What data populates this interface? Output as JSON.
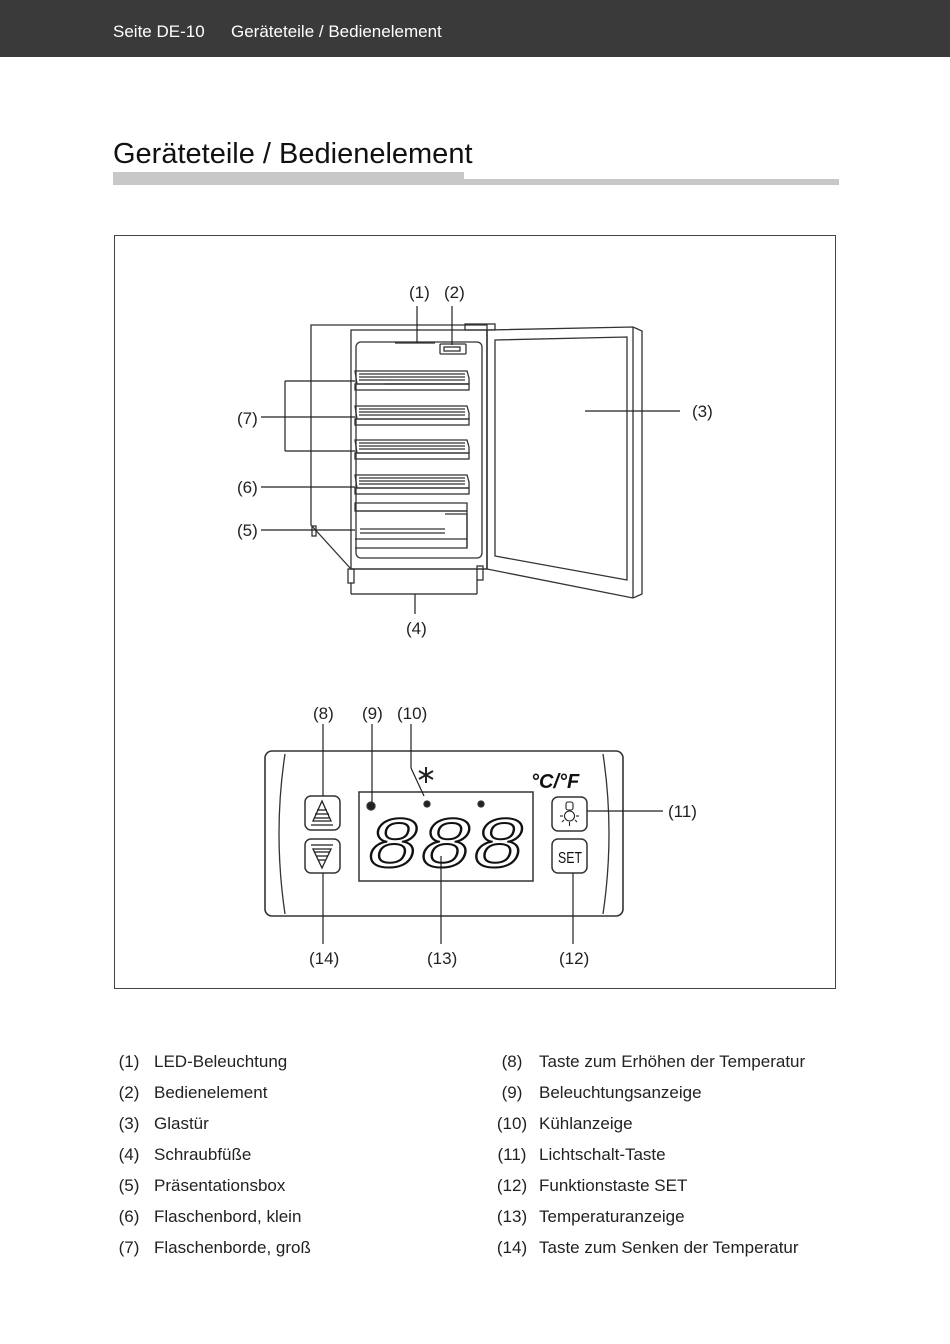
{
  "header": {
    "page": "Seite DE-10",
    "section": "Geräteteile / Bedienelement"
  },
  "title": "Geräteteile / Bedienelement",
  "figure": {
    "callouts": {
      "c1": "(1)",
      "c2": "(2)",
      "c3": "(3)",
      "c4": "(4)",
      "c5": "(5)",
      "c6": "(6)",
      "c7": "(7)",
      "c8": "(8)",
      "c9": "(9)",
      "c10": "(10)",
      "c11": "(11)",
      "c12": "(12)",
      "c13": "(13)",
      "c14": "(14)"
    },
    "display": {
      "unit": "°C/°F",
      "digits": "888",
      "set_label": "SET"
    }
  },
  "legend_left": [
    {
      "num": "(1)",
      "text": "LED-Beleuchtung"
    },
    {
      "num": "(2)",
      "text": "Bedienelement"
    },
    {
      "num": "(3)",
      "text": "Glastür"
    },
    {
      "num": "(4)",
      "text": "Schraubfüße"
    },
    {
      "num": "(5)",
      "text": "Präsentationsbox"
    },
    {
      "num": "(6)",
      "text": "Flaschenbord, klein"
    },
    {
      "num": "(7)",
      "text": "Flaschenborde, groß"
    }
  ],
  "legend_right": [
    {
      "num": "(8)",
      "text": "Taste zum Erhöhen der Temperatur"
    },
    {
      "num": "(9)",
      "text": "Beleuchtungsanzeige"
    },
    {
      "num": "(10)",
      "text": "Kühlanzeige"
    },
    {
      "num": "(11)",
      "text": "Lichtschalt-Taste"
    },
    {
      "num": "(12)",
      "text": "Funktionstaste SET"
    },
    {
      "num": "(13)",
      "text": "Temperaturanzeige"
    },
    {
      "num": "(14)",
      "text": "Taste zum Senken der Temperatur"
    }
  ]
}
